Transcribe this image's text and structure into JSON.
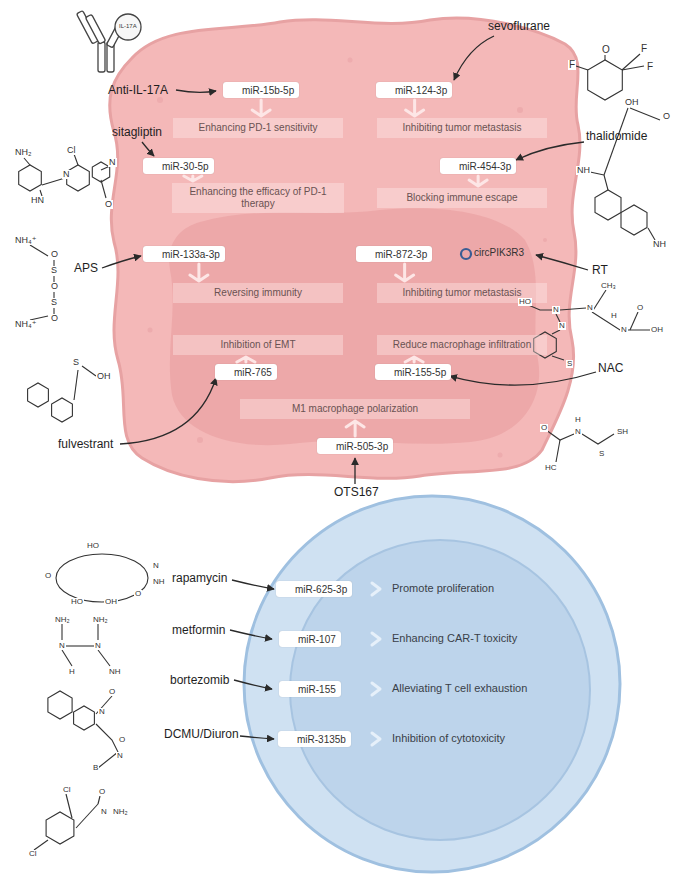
{
  "diagram": {
    "nodes": [
      {
        "text": [
          "miR-15b-5p"
        ]
      },
      {
        "text": [
          "Enhancing PD-1 sensitivity"
        ]
      },
      {
        "text": [
          "miR-124-3p"
        ]
      },
      {
        "text": [
          "Inhibiting tumor metastasis"
        ]
      },
      {
        "text": [
          "miR-30-5p"
        ]
      },
      {
        "text": [
          "Enhancing the efficacy of PD-1 therapy"
        ]
      },
      {
        "text": [
          "miR-454-3p"
        ]
      },
      {
        "text": [
          "Blocking immune escape"
        ]
      },
      {
        "text": [
          "miR-133a-3p"
        ]
      },
      {
        "text": [
          "Reversing immunity"
        ]
      },
      {
        "text": [
          "miR-872-3p"
        ]
      },
      {
        "text": [
          "Inhibiting tumor metastasis"
        ]
      },
      {
        "text": [
          "Inhibition of EMT"
        ]
      },
      {
        "text": [
          "miR-765"
        ]
      },
      {
        "text": [
          "Reduce macrophage infiltration"
        ]
      },
      {
        "text": [
          "miR-155-5p"
        ]
      },
      {
        "text": [
          "M1 macrophage polarization"
        ]
      },
      {
        "text": [
          "miR-505-3p"
        ]
      },
      {
        "text": [
          "miR-625-3p"
        ]
      },
      {
        "text": [
          "miR-107"
        ]
      },
      {
        "text": [
          "miR-155"
        ]
      },
      {
        "text": [
          "miR-3135b"
        ]
      }
    ],
    "edges": [
      {
        "from": 0,
        "to": 1,
        "arrow": "to"
      },
      {
        "from": 2,
        "to": 3,
        "arrow": "to"
      },
      {
        "from": 4,
        "to": 5,
        "arrow": "to"
      },
      {
        "from": 6,
        "to": 7,
        "arrow": "to"
      },
      {
        "from": 8,
        "to": 9,
        "arrow": "to"
      },
      {
        "from": 10,
        "to": 11,
        "arrow": "to"
      },
      {
        "from": 13,
        "to": 12,
        "arrow": "to"
      },
      {
        "from": 15,
        "to": 14,
        "arrow": "to"
      },
      {
        "from": 17,
        "to": 16,
        "arrow": "to"
      }
    ],
    "labels": [
      "IL-17A",
      "Anti-IL-17A",
      "sevoflurane",
      "O",
      "F",
      "F",
      "F",
      "sitagliptin",
      "NH₂",
      "Cl",
      "HN",
      "N",
      "N",
      "O",
      "thalidomide",
      "OH",
      "O",
      "NH",
      "NH",
      "APS",
      "NH₄⁺",
      "O",
      "S",
      "O",
      "S",
      "O",
      "NH₄⁺",
      "circPIK3R3",
      "RT",
      "CH₃",
      "HO",
      "N",
      "N",
      "H",
      "N",
      "N",
      "O",
      "OH",
      "S",
      "NAC",
      "O",
      "H",
      "N",
      "SH",
      "S",
      "HC",
      "fulvestrant",
      "S",
      "OH",
      "OTS167",
      "rapamycin",
      "HO",
      "O",
      "HO",
      "OH",
      "O",
      "N",
      "NH",
      "metformin",
      "NH₂",
      "NH₂",
      "N",
      "N",
      "H",
      "NH",
      "bortezomib",
      "O",
      "N",
      "O",
      "N",
      "B",
      "DCMU/Diuron",
      "Cl",
      "O",
      "N",
      "NH₂",
      "Cl",
      "Promote proliferation",
      "Enhancing CAR-T toxicity",
      "Alleviating T cell exhaustion",
      "Inhibition of cytotoxicity"
    ]
  }
}
